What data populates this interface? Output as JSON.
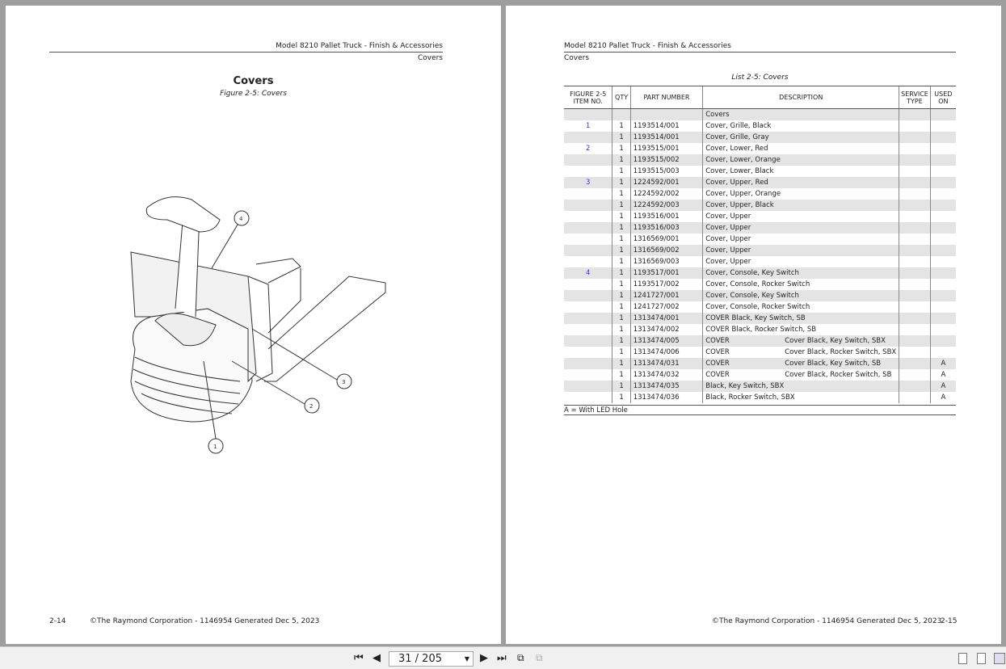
{
  "left_page": {
    "header_title": "Model 8210 Pallet Truck - Finish & Accessories",
    "header_section": "Covers",
    "heading": "Covers",
    "figure_caption": "Figure 2-5: Covers",
    "callouts": [
      "1",
      "2",
      "3",
      "4"
    ],
    "page_number": "2-14",
    "footer": "©The Raymond Corporation - 1146954 Generated Dec 5, 2023"
  },
  "right_page": {
    "header_title": "Model 8210 Pallet Truck - Finish & Accessories",
    "header_section": "Covers",
    "list_caption": "List 2-5: Covers",
    "columns": {
      "item": "FIGURE 2-5\nITEM NO.",
      "qty": "QTY",
      "part": "PART NUMBER",
      "desc": "DESCRIPTION",
      "service": "SERVICE\nTYPE",
      "used": "USED\nON"
    },
    "rows": [
      {
        "item": "",
        "qty": "",
        "part": "",
        "desc": "Covers",
        "desc2": "",
        "used": ""
      },
      {
        "item": "1",
        "qty": "1",
        "part": "1193514/001",
        "desc": "Cover, Grille, Black",
        "desc2": "",
        "used": ""
      },
      {
        "item": "",
        "qty": "1",
        "part": "1193514/001",
        "desc": "Cover, Grille, Gray",
        "desc2": "",
        "used": ""
      },
      {
        "item": "2",
        "qty": "1",
        "part": "1193515/001",
        "desc": "Cover, Lower, Red",
        "desc2": "",
        "used": ""
      },
      {
        "item": "",
        "qty": "1",
        "part": "1193515/002",
        "desc": "Cover, Lower, Orange",
        "desc2": "",
        "used": ""
      },
      {
        "item": "",
        "qty": "1",
        "part": "1193515/003",
        "desc": "Cover, Lower, Black",
        "desc2": "",
        "used": ""
      },
      {
        "item": "3",
        "qty": "1",
        "part": "1224592/001",
        "desc": "Cover, Upper, Red",
        "desc2": "",
        "used": ""
      },
      {
        "item": "",
        "qty": "1",
        "part": "1224592/002",
        "desc": "Cover, Upper, Orange",
        "desc2": "",
        "used": ""
      },
      {
        "item": "",
        "qty": "1",
        "part": "1224592/003",
        "desc": "Cover, Upper, Black",
        "desc2": "",
        "used": ""
      },
      {
        "item": "",
        "qty": "1",
        "part": "1193516/001",
        "desc": "Cover, Upper",
        "desc2": "",
        "used": ""
      },
      {
        "item": "",
        "qty": "1",
        "part": "1193516/003",
        "desc": "Cover, Upper",
        "desc2": "",
        "used": ""
      },
      {
        "item": "",
        "qty": "1",
        "part": "1316569/001",
        "desc": "Cover, Upper",
        "desc2": "",
        "used": ""
      },
      {
        "item": "",
        "qty": "1",
        "part": "1316569/002",
        "desc": "Cover, Upper",
        "desc2": "",
        "used": ""
      },
      {
        "item": "",
        "qty": "1",
        "part": "1316569/003",
        "desc": "Cover, Upper",
        "desc2": "",
        "used": ""
      },
      {
        "item": "4",
        "qty": "1",
        "part": "1193517/001",
        "desc": "Cover, Console, Key Switch",
        "desc2": "",
        "used": ""
      },
      {
        "item": "",
        "qty": "1",
        "part": "1193517/002",
        "desc": "Cover, Console, Rocker Switch",
        "desc2": "",
        "used": ""
      },
      {
        "item": "",
        "qty": "1",
        "part": "1241727/001",
        "desc": "Cover, Console, Key Switch",
        "desc2": "",
        "used": ""
      },
      {
        "item": "",
        "qty": "1",
        "part": "1241727/002",
        "desc": "Cover, Console, Rocker Switch",
        "desc2": "",
        "used": ""
      },
      {
        "item": "",
        "qty": "1",
        "part": "1313474/001",
        "desc": "COVER Black, Key Switch, SB",
        "desc2": "",
        "used": ""
      },
      {
        "item": "",
        "qty": "1",
        "part": "1313474/002",
        "desc": "COVER Black, Rocker Switch, SB",
        "desc2": "",
        "used": ""
      },
      {
        "item": "",
        "qty": "1",
        "part": "1313474/005",
        "desc": "COVER",
        "desc2": "Cover Black, Key Switch, SBX",
        "used": ""
      },
      {
        "item": "",
        "qty": "1",
        "part": "1313474/006",
        "desc": "COVER",
        "desc2": "Cover Black, Rocker Switch, SBX",
        "used": ""
      },
      {
        "item": "",
        "qty": "1",
        "part": "1313474/031",
        "desc": "COVER",
        "desc2": "Cover Black, Key Switch, SB",
        "used": "A"
      },
      {
        "item": "",
        "qty": "1",
        "part": "1313474/032",
        "desc": "COVER",
        "desc2": "Cover Black, Rocker Switch, SB",
        "used": "A"
      },
      {
        "item": "",
        "qty": "1",
        "part": "1313474/035",
        "desc": "Black, Key Switch, SBX",
        "desc2": "",
        "used": "A"
      },
      {
        "item": "",
        "qty": "1",
        "part": "1313474/036",
        "desc": "Black, Rocker Switch, SBX",
        "desc2": "",
        "used": "A"
      }
    ],
    "note": "A = With LED Hole",
    "page_number": "2-15",
    "footer": "©The Raymond Corporation - 1146954 Generated Dec 5, 2023"
  },
  "toolbar": {
    "page_field": "31 / 205"
  }
}
